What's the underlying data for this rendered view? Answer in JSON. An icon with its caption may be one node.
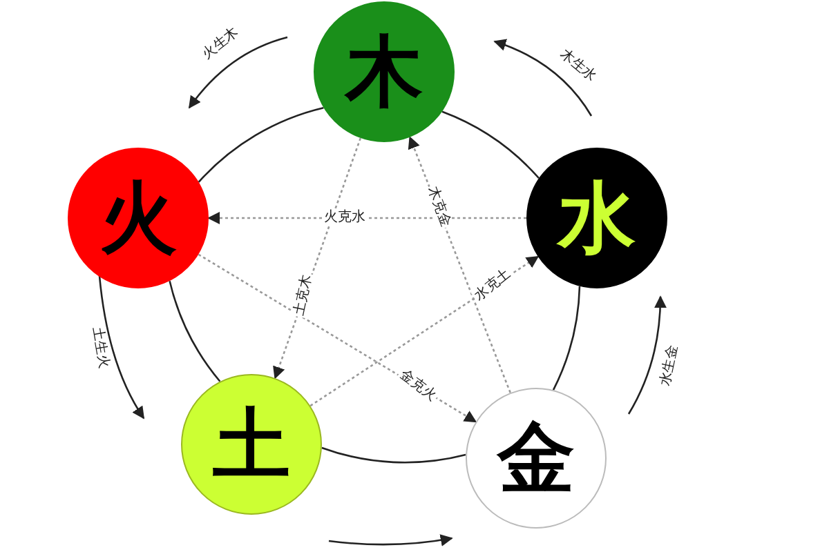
{
  "diagram": {
    "nodes": [
      {
        "text": [
          "木"
        ]
      },
      {
        "text": [
          "火"
        ]
      },
      {
        "text": [
          "水"
        ]
      },
      {
        "text": [
          "土"
        ]
      },
      {
        "text": [
          "金"
        ]
      }
    ],
    "edges": [
      {
        "from": 0,
        "to": 2,
        "arrow": "none"
      },
      {
        "from": 2,
        "to": 4,
        "arrow": "none"
      },
      {
        "from": 4,
        "to": 3,
        "arrow": "none"
      },
      {
        "from": 3,
        "to": 1,
        "arrow": "none"
      },
      {
        "from": 1,
        "to": 0,
        "arrow": "none"
      },
      {
        "from": 0,
        "to": 1,
        "arrow": "to",
        "label": "火生木"
      },
      {
        "from": 2,
        "to": 0,
        "arrow": "to",
        "label": "木生水"
      },
      {
        "from": 1,
        "to": 3,
        "arrow": "to",
        "label": "土生火"
      },
      {
        "from": 4,
        "to": 2,
        "arrow": "to",
        "label": "水生金"
      },
      {
        "from": 3,
        "to": 4,
        "arrow": "to"
      },
      {
        "from": 2,
        "to": 1,
        "arrow": "to",
        "style": "dashed",
        "color": "#999999",
        "label": "火克水"
      },
      {
        "from": 4,
        "to": 0,
        "arrow": "to",
        "style": "dashed",
        "color": "#999999",
        "label": "木克金"
      },
      {
        "from": 0,
        "to": 3,
        "arrow": "to",
        "style": "dashed",
        "color": "#999999",
        "label": "土克木"
      },
      {
        "from": 3,
        "to": 2,
        "arrow": "to",
        "style": "dashed",
        "color": "#999999",
        "label": "水克土"
      },
      {
        "from": 1,
        "to": 4,
        "arrow": "to",
        "style": "dashed",
        "color": "#999999",
        "label": "金克火"
      }
    ]
  }
}
